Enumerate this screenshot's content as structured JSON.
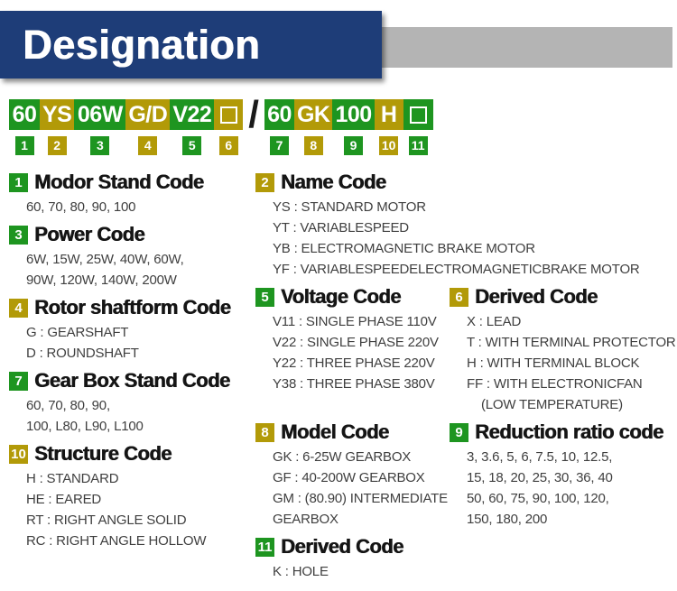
{
  "banner": {
    "title": "Designation"
  },
  "colors": {
    "green": "#1e9520",
    "gold": "#b29a08",
    "banner_blue": "#1e3d78",
    "gray_bar": "#b4b4b4"
  },
  "code_bar": {
    "separator": "/",
    "groups": [
      {
        "segments": [
          {
            "label": "60",
            "num": "1",
            "color": "green"
          },
          {
            "label": "YS",
            "num": "2",
            "color": "gold"
          },
          {
            "label": "06W",
            "num": "3",
            "color": "green"
          },
          {
            "label": "G/D",
            "num": "4",
            "color": "gold"
          },
          {
            "label": "V22",
            "num": "5",
            "color": "green"
          },
          {
            "label": "□",
            "num": "6",
            "color": "gold",
            "box": true
          }
        ]
      },
      {
        "segments": [
          {
            "label": "60",
            "num": "7",
            "color": "green"
          },
          {
            "label": "GK",
            "num": "8",
            "color": "gold"
          },
          {
            "label": "100",
            "num": "9",
            "color": "green"
          },
          {
            "label": "H",
            "num": "10",
            "color": "gold"
          },
          {
            "label": "□",
            "num": "11",
            "color": "green",
            "box": true
          }
        ]
      }
    ]
  },
  "sections": {
    "s1": {
      "num": "1",
      "color": "green",
      "title": "Modor Stand Code",
      "items": [
        {
          "t": "60、70、80、90、100"
        }
      ]
    },
    "s2": {
      "num": "2",
      "color": "gold",
      "title": "Name Code",
      "items": [
        {
          "t": "YS : STANDARD MOTOR"
        },
        {
          "t": "YT : VARIABLESPEED"
        },
        {
          "t": "YB : ELECTROMAGNETIC BRAKE MOTOR"
        },
        {
          "t": "YF : VARIABLESPEEDELECTROMAGNETICBRAKE MOTOR"
        }
      ]
    },
    "s3": {
      "num": "3",
      "color": "green",
      "title": "Power Code",
      "items": [
        {
          "t": "6W、15W、25W、40W、60W、"
        },
        {
          "t": "90W、120W、140W、200W"
        }
      ]
    },
    "s4": {
      "num": "4",
      "color": "gold",
      "title": "Rotor shaftform Code",
      "items": [
        {
          "t": "G : GEARSHAFT"
        },
        {
          "t": "D : ROUNDSHAFT"
        }
      ]
    },
    "s5": {
      "num": "5",
      "color": "green",
      "title": "Voltage Code",
      "items": [
        {
          "t": "V11 : SINGLE PHASE 110V"
        },
        {
          "t": "V22 : SINGLE PHASE 220V"
        },
        {
          "t": "Y22 : THREE PHASE 220V"
        },
        {
          "t": "Y38 : THREE PHASE 380V"
        }
      ]
    },
    "s6": {
      "num": "6",
      "color": "gold",
      "title": "Derived Code",
      "items": [
        {
          "t": "X : LEAD"
        },
        {
          "t": "T : WITH TERMINAL PROTECTOR"
        },
        {
          "t": "H : WITH TERMINAL BLOCK"
        },
        {
          "t": "FF : WITH ELECTRONICFAN"
        },
        {
          "t": "(LOW TEMPERATURE)",
          "indent": true
        }
      ]
    },
    "s7": {
      "num": "7",
      "color": "green",
      "title": "Gear Box Stand Code",
      "items": [
        {
          "t": "60、70、80、90、"
        },
        {
          "t": "100、L80、L90、L100"
        }
      ]
    },
    "s8": {
      "num": "8",
      "color": "gold",
      "title": "Model Code",
      "items": [
        {
          "t": "GK : 6-25W GEARBOX"
        },
        {
          "t": "GF : 40-200W GEARBOX"
        },
        {
          "t": "GM : (80.90) INTERMEDIATE"
        },
        {
          "t": "GEARBOX"
        }
      ]
    },
    "s9": {
      "num": "9",
      "color": "green",
      "title": "Reduction  ratio code",
      "items": [
        {
          "t": "3、3.6、5、6、7.5、10、12.5、"
        },
        {
          "t": "15、18、20、25、30、36、40"
        },
        {
          "t": "50、60、75、90、100、120、"
        },
        {
          "t": "150、180、200"
        }
      ]
    },
    "s10": {
      "num": "10",
      "color": "gold",
      "title": "Structure Code",
      "items": [
        {
          "t": "H : STANDARD"
        },
        {
          "t": "HE : EARED"
        },
        {
          "t": "RT :  RIGHT ANGLE SOLID"
        },
        {
          "t": "RC : RIGHT ANGLE HOLLOW"
        }
      ]
    },
    "s11": {
      "num": "11",
      "color": "green",
      "title": "Derived Code",
      "items": [
        {
          "t": "K : HOLE"
        }
      ]
    }
  }
}
